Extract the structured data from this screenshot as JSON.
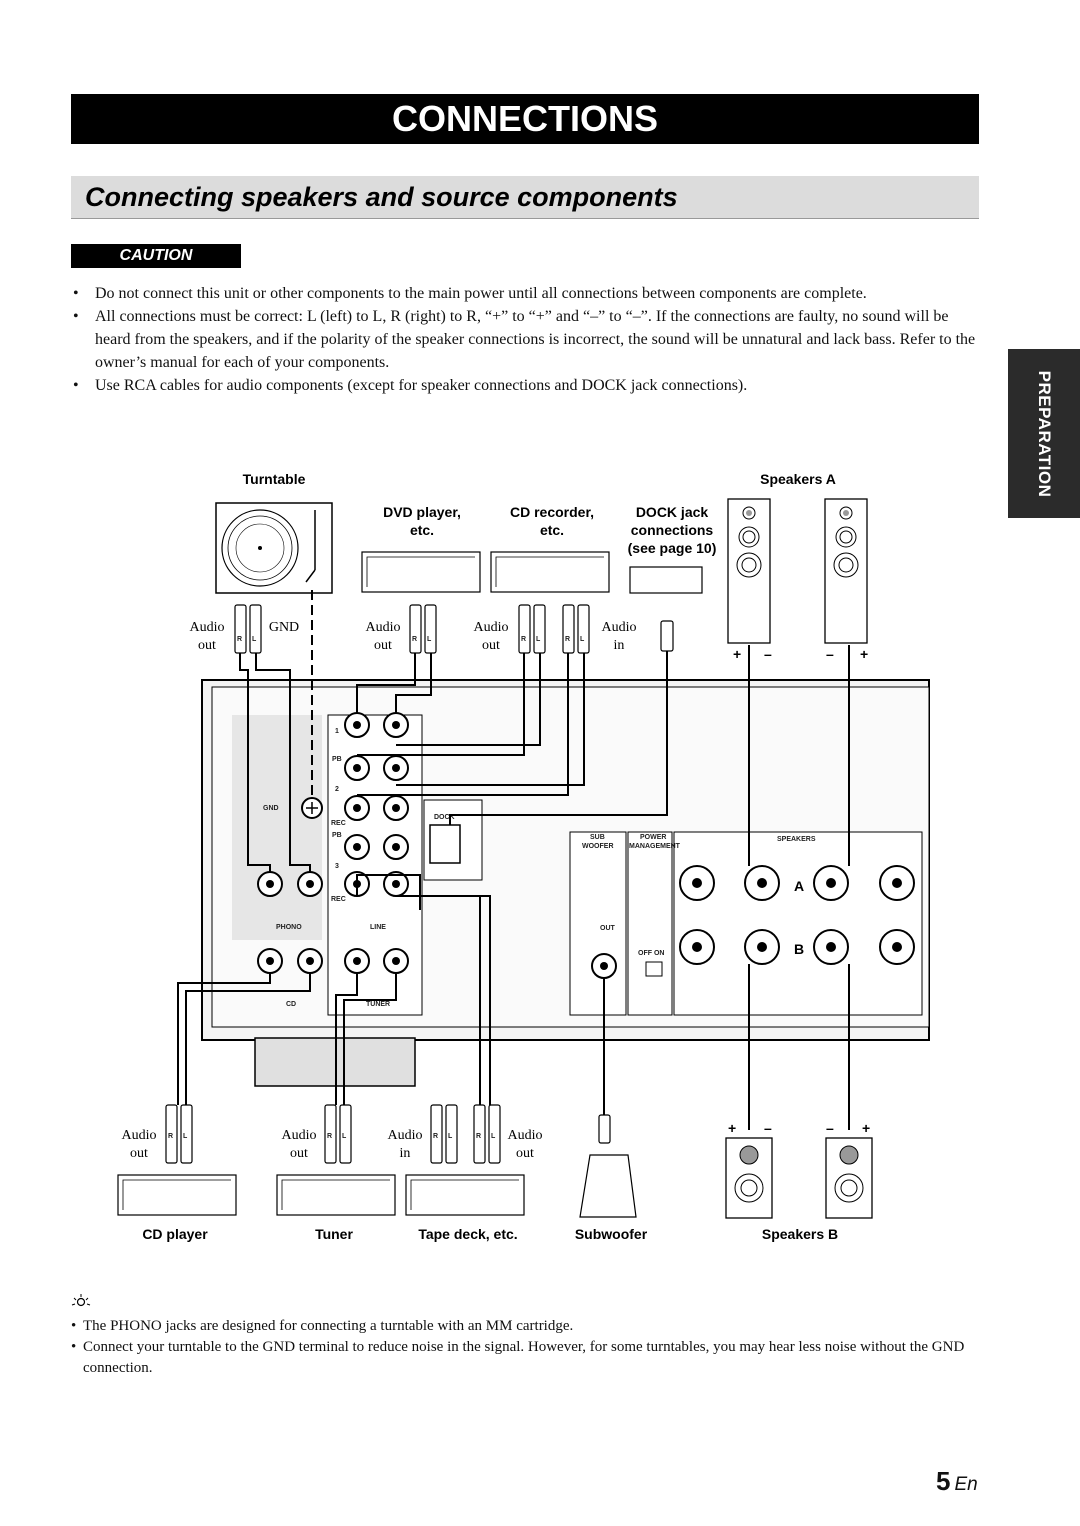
{
  "header": {
    "title": "CONNECTIONS",
    "subtitle": "Connecting speakers and source components"
  },
  "caution": {
    "label": "CAUTION",
    "items": [
      "Do not connect this unit or other components to the main power until all connections between components are complete.",
      "All connections must be correct: L (left) to L, R (right) to R, “+” to “+” and “–” to “–”. If the connections are faulty, no sound will be heard from the speakers, and if the polarity of the speaker connections is incorrect, the sound will be unnatural and lack bass. Refer to the owner’s manual for each of your components.",
      "Use RCA cables for audio components (except for speaker connections and DOCK jack connections)."
    ]
  },
  "side_tab": "PREPARATION",
  "diagram": {
    "turntable": "Turntable",
    "speakers_a": "Speakers A",
    "dvd_line1": "DVD player,",
    "dvd_line2": "etc.",
    "cdrec_line1": "CD recorder,",
    "cdrec_line2": "etc.",
    "dock_line1": "DOCK jack",
    "dock_line2": "connections",
    "dock_line3": "(see page 10)",
    "audio": "Audio",
    "out": "out",
    "in": "in",
    "gnd": "GND",
    "r": "R",
    "l": "L",
    "plus": "+",
    "minus": "–",
    "panel": {
      "gnd": "GND",
      "phono": "PHONO",
      "line": "LINE",
      "cd": "CD",
      "tuner": "TUNER",
      "dock": "DOCK",
      "pb": "PB",
      "rec": "REC",
      "n1": "1",
      "n2": "2",
      "n3": "3",
      "sub_woofer_1": "SUB",
      "sub_woofer_2": "WOOFER",
      "power_mgmt_1": "POWER",
      "power_mgmt_2": "MANAGEMENT",
      "speakers": "SPEAKERS",
      "out": "OUT",
      "off_on": "OFF ON",
      "a": "A",
      "b": "B"
    },
    "cd_player": "CD player",
    "tuner": "Tuner",
    "tape_deck": "Tape deck, etc.",
    "subwoofer": "Subwoofer",
    "speakers_b": "Speakers B"
  },
  "tips": [
    "The PHONO jacks are designed for connecting a turntable with an MM cartridge.",
    "Connect your turntable to the GND terminal to reduce noise in the signal. However, for some turntables, you may hear less noise without the GND connection."
  ],
  "page": {
    "number": "5",
    "lang": "En"
  }
}
